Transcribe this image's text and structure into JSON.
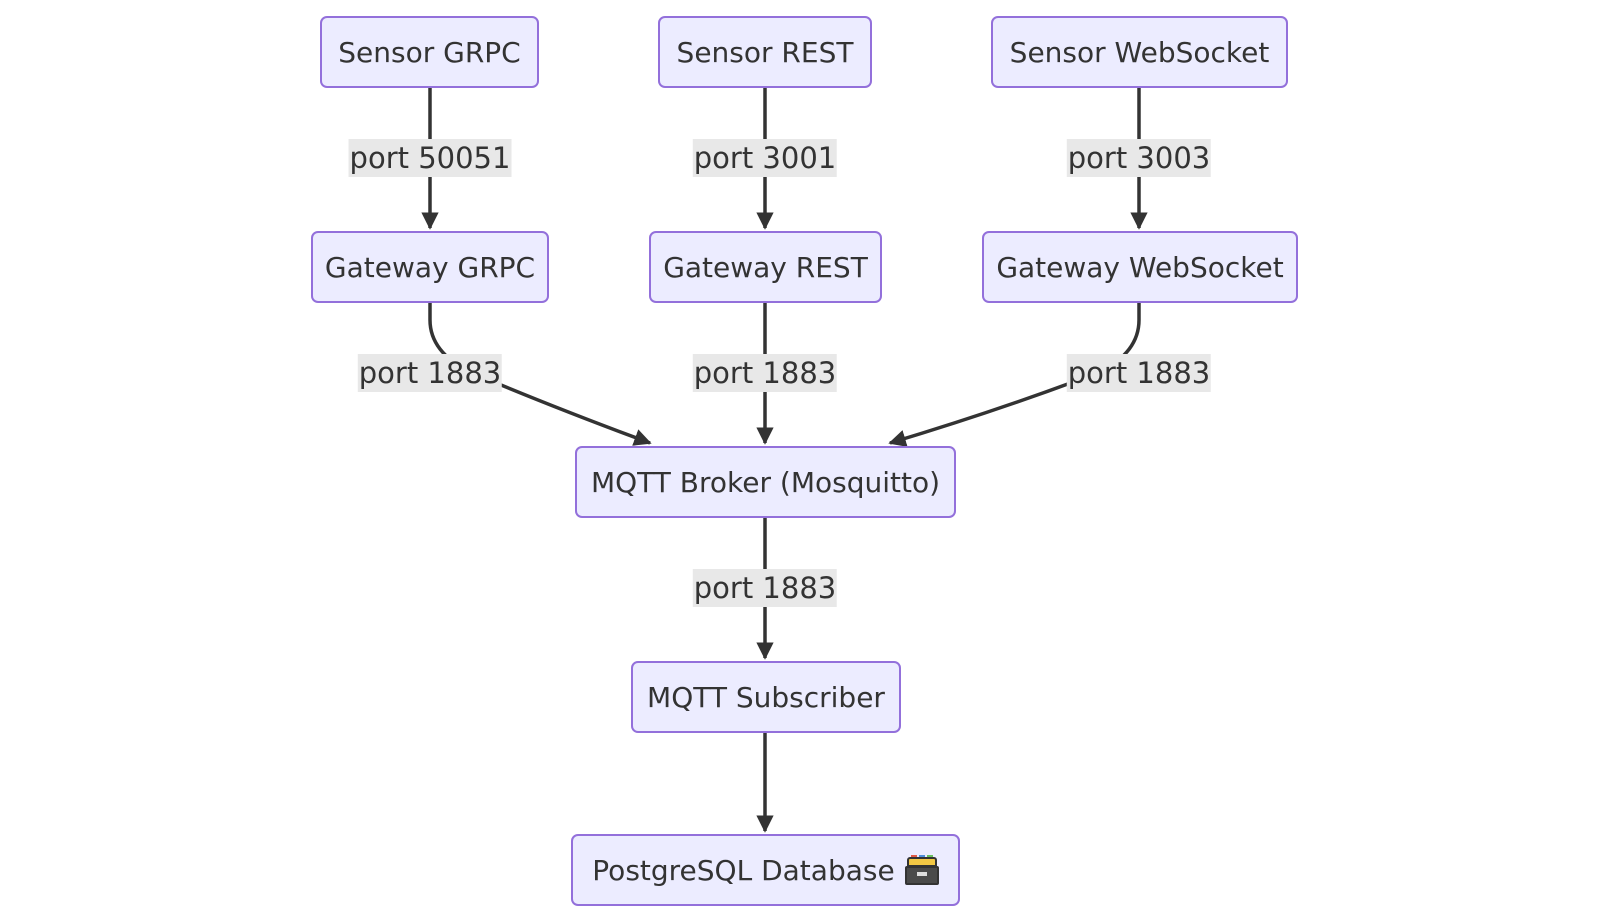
{
  "nodes": {
    "sensor_grpc": "Sensor GRPC",
    "sensor_rest": "Sensor REST",
    "sensor_websocket": "Sensor WebSocket",
    "gateway_grpc": "Gateway GRPC",
    "gateway_rest": "Gateway REST",
    "gateway_websocket": "Gateway WebSocket",
    "mqtt_broker": "MQTT Broker (Mosquitto)",
    "mqtt_subscriber": "MQTT Subscriber",
    "postgres_db": "PostgreSQL Database",
    "postgres_db_icon": "card-file-box-icon"
  },
  "edges": {
    "sensor_grpc_to_gateway_grpc": "port 50051",
    "sensor_rest_to_gateway_rest": "port 3001",
    "sensor_websocket_to_gateway_websocket": "port 3003",
    "gateway_grpc_to_broker": "port 1883",
    "gateway_rest_to_broker": "port 1883",
    "gateway_websocket_to_broker": "port 1883",
    "broker_to_subscriber": "port 1883",
    "subscriber_to_db": ""
  },
  "colors": {
    "node_fill": "#ececff",
    "node_border": "#9370db",
    "edge": "#333333",
    "label_bg": "#e8e8e8"
  }
}
